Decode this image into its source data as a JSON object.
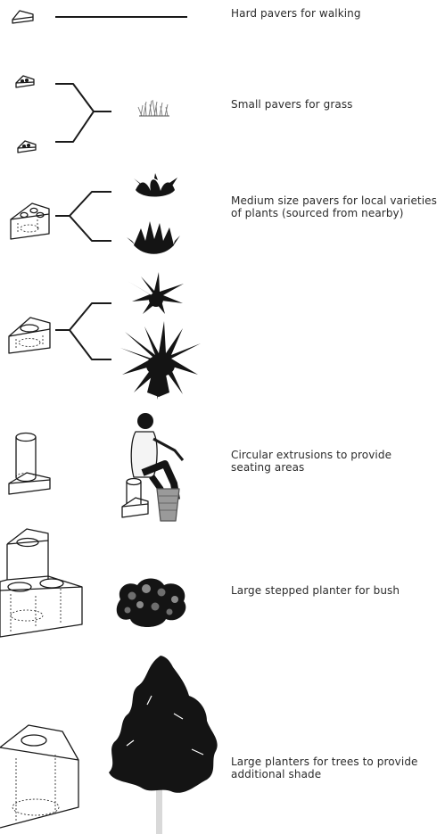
{
  "labels": {
    "hard_pavers": "Hard pavers for walking",
    "small_pavers": "Small pavers for grass",
    "medium_pavers": "Medium size pavers for local varieties of plants (sourced from nearby)",
    "circular_extrusions": "Circular extrusions to provide seating areas",
    "stepped_planter": "Large stepped planter for bush",
    "tree_planters": "Large planters for trees to provide additional shade"
  },
  "colors": {
    "ink": "#1a1a1a",
    "text": "#2b2b2b",
    "foliage": "#141414",
    "foliage_light": "#6e6e6e",
    "background": "#ffffff"
  },
  "icons": [
    "hard-paver-icon",
    "small-paver-icon",
    "grass-icon",
    "succulent-icon",
    "fan-palm-icon",
    "seated-person-icon",
    "cylinder-seat-icon",
    "stepped-planter-icon",
    "shrub-icon",
    "triangular-planter-icon",
    "tree-icon"
  ]
}
